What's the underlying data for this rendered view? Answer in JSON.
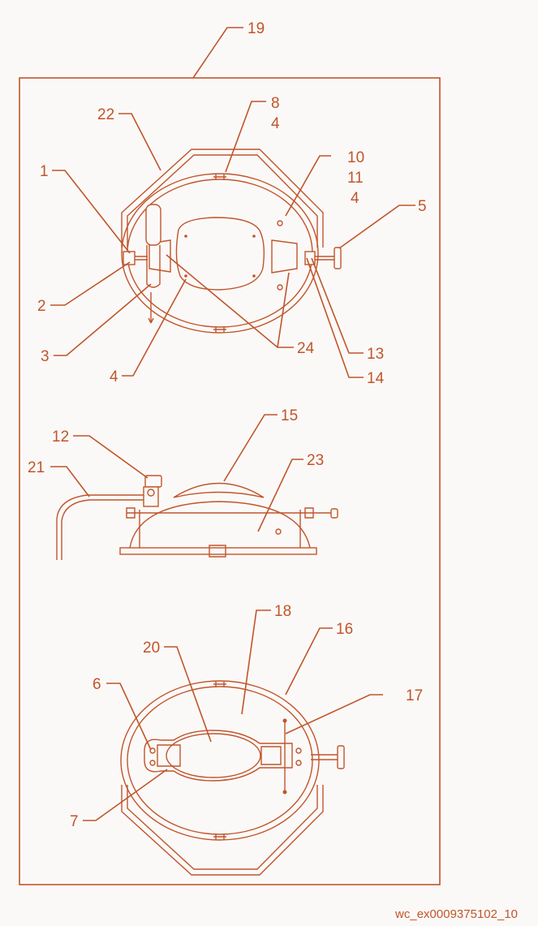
{
  "colors": {
    "line": "#c0552a",
    "background": "#fbf9f8"
  },
  "caption": "wc_ex0009375102_10",
  "callouts": {
    "c19": "19",
    "c22": "22",
    "c8": "8",
    "c8b": "4",
    "c1": "1",
    "c10": "10",
    "c11": "11",
    "c10b": "4",
    "c5": "5",
    "c2": "2",
    "c3": "3",
    "c4": "4",
    "c24": "24",
    "c13": "13",
    "c14": "14",
    "c15": "15",
    "c12": "12",
    "c23": "23",
    "c21": "21",
    "c18": "18",
    "c16": "16",
    "c20": "20",
    "c6": "6",
    "c17": "17",
    "c7": "7"
  }
}
